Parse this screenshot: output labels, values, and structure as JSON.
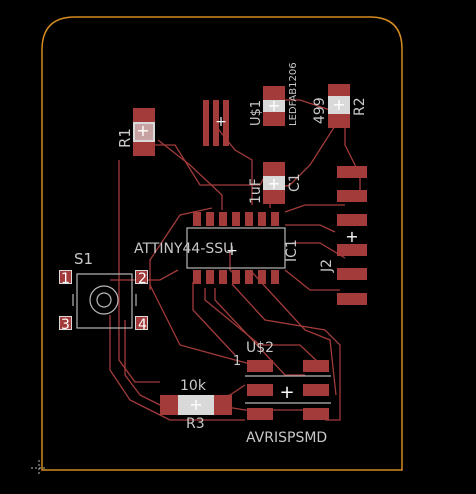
{
  "board": {
    "outline_color": "#d48b1f",
    "copper_color": "#a33b3b",
    "silk_color": "#c8c8c8"
  },
  "labels": {
    "r1": "R1",
    "s1": "S1",
    "pin1": "1",
    "pin2": "2",
    "pin3": "3",
    "pin4": "4",
    "u1": "U$1",
    "led": "LEDFAB1206",
    "v499": "499",
    "r2": "R2",
    "uf": "1uF",
    "c1": "C1",
    "attiny": "ATTINY44-SSU",
    "ic1": "IC1",
    "j2": "J2",
    "u2": "U$2",
    "u2pin1": "1",
    "v10k": "10k",
    "r3": "R3",
    "avrisp": "AVRISPSMD"
  }
}
